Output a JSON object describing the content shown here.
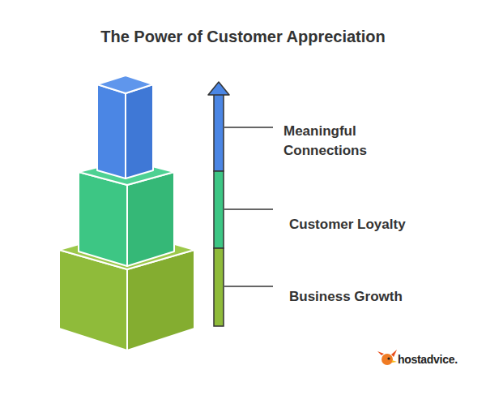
{
  "diagram": {
    "title": "The Power of Customer Appreciation",
    "labels": [
      "Meaningful Connections",
      "Customer Loyalty",
      "Business Growth",
      "hostadvice."
    ]
  }
}
